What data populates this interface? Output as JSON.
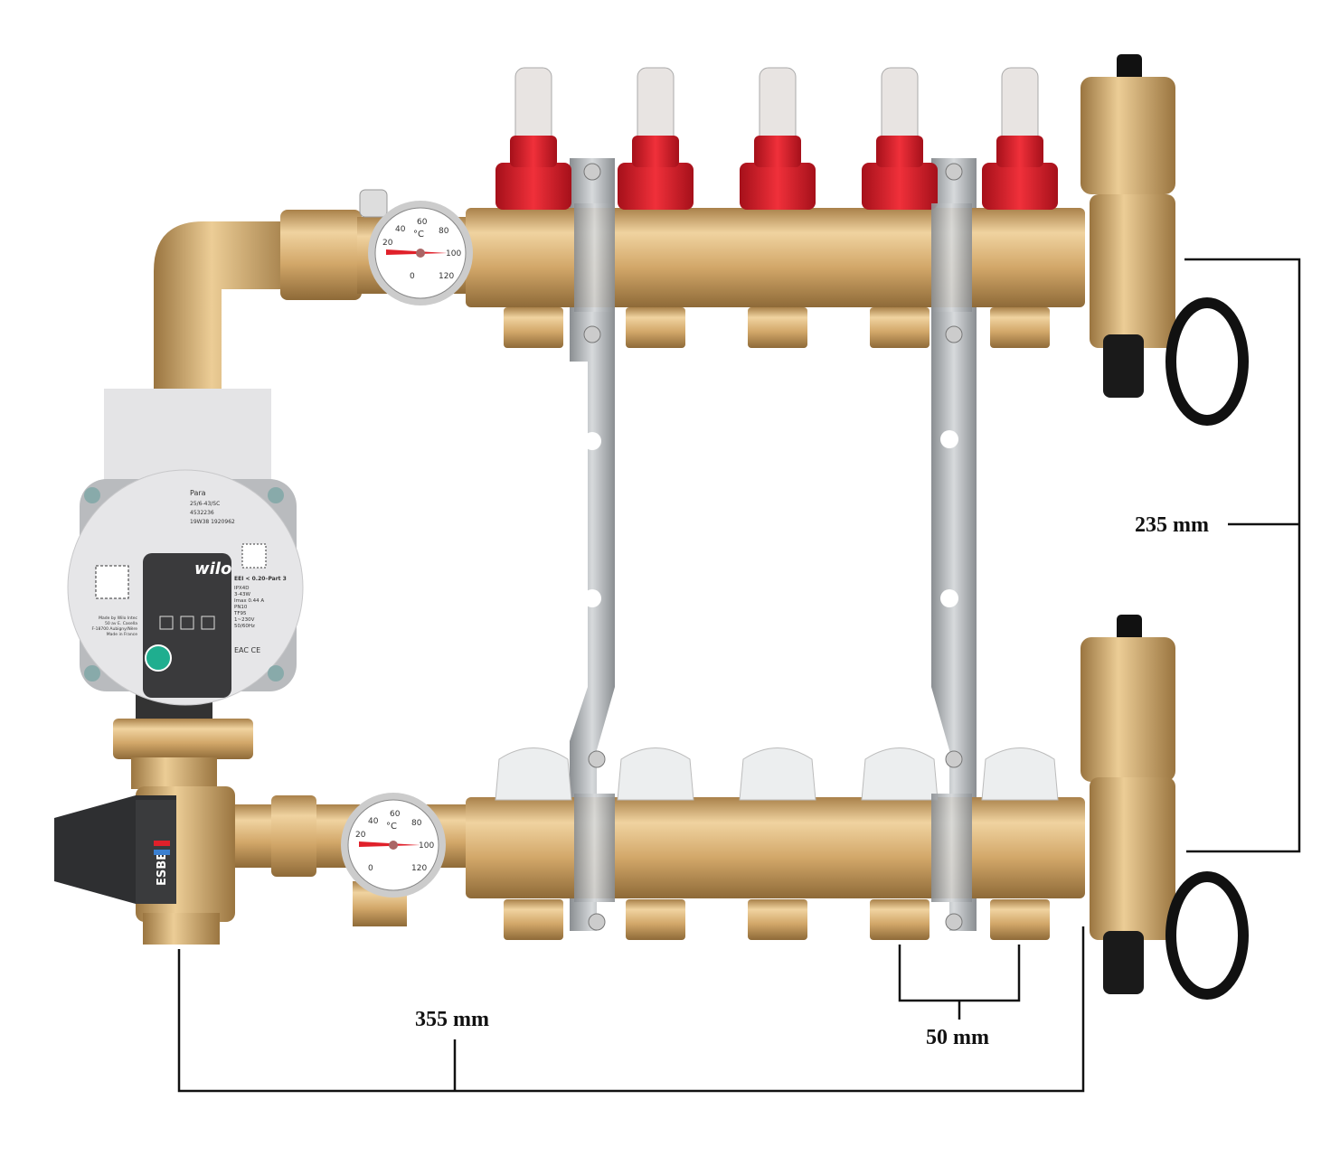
{
  "dimensions": {
    "height_label": "235 mm",
    "width_label": "355 mm",
    "spacing_label": "50 mm"
  },
  "pump": {
    "brand": "wilo",
    "model_lines": [
      "Para",
      "25/6-43/SC",
      "4532236",
      "19W38  1920962"
    ],
    "spec_title": "EEI < 0.20–Part 3",
    "spec_lines": [
      "IPX4D",
      "3-43W",
      "Imax 0.44 A",
      "PN10",
      "TF95",
      "1~230V",
      "50/60Hz"
    ],
    "maker_lines": [
      "Made by Wilo Intec",
      "50 av E. Casella",
      "F-18700 Aubigny/Nère",
      "Made in France"
    ],
    "certification": "EAC CE"
  },
  "thermometer": {
    "unit": "°C",
    "ticks": [
      "0",
      "20",
      "40",
      "60",
      "80",
      "100",
      "120"
    ]
  },
  "mixing_valve": {
    "brand": "ESBE"
  },
  "colors": {
    "brass": "#d4a866",
    "red": "#e0202a",
    "steel": "#b8bcc0"
  }
}
